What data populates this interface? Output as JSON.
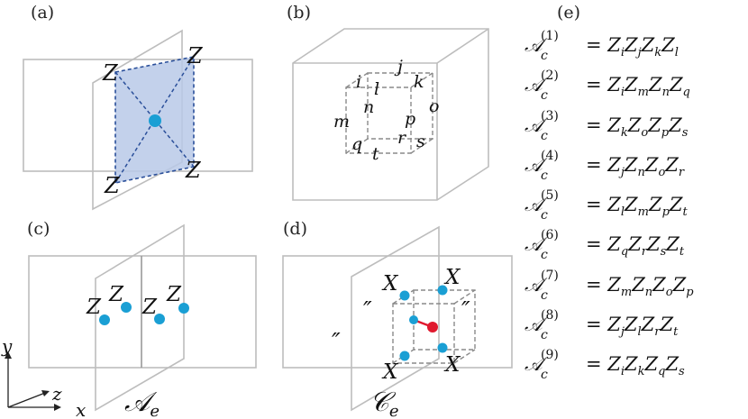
{
  "panels": {
    "a": {
      "label": "(a)",
      "vertex_labels": [
        "Z",
        "Z",
        "Z",
        "Z"
      ]
    },
    "b": {
      "label": "(b)",
      "edge_labels": [
        "i",
        "j",
        "k",
        "l",
        "m",
        "n",
        "o",
        "p",
        "q",
        "r",
        "s",
        "t"
      ]
    },
    "c": {
      "label": "(c)",
      "site_labels": [
        "Z",
        "Z",
        "Z",
        "Z"
      ],
      "operator": "𝒜",
      "operator_sub": "e"
    },
    "d": {
      "label": "(d)",
      "site_labels": [
        "X",
        "X",
        "X",
        "X"
      ],
      "quote_marks": [
        "″",
        "″",
        "″"
      ],
      "operator": "𝒞",
      "operator_sub": "e"
    },
    "e": {
      "label": "(e)"
    }
  },
  "axes": {
    "y": "y",
    "z": "z",
    "x": "x"
  },
  "equations": [
    {
      "index": "(1)",
      "sub": "c",
      "rhs": "= ZᵢZⱼZₖZₗ",
      "ops": [
        [
          "Z",
          "i"
        ],
        [
          "Z",
          "j"
        ],
        [
          "Z",
          "k"
        ],
        [
          "Z",
          "l"
        ]
      ]
    },
    {
      "index": "(2)",
      "sub": "c",
      "ops": [
        [
          "Z",
          "i"
        ],
        [
          "Z",
          "m"
        ],
        [
          "Z",
          "n"
        ],
        [
          "Z",
          "q"
        ]
      ]
    },
    {
      "index": "(3)",
      "sub": "c",
      "ops": [
        [
          "Z",
          "k"
        ],
        [
          "Z",
          "o"
        ],
        [
          "Z",
          "p"
        ],
        [
          "Z",
          "s"
        ]
      ]
    },
    {
      "index": "(4)",
      "sub": "c",
      "ops": [
        [
          "Z",
          "j"
        ],
        [
          "Z",
          "n"
        ],
        [
          "Z",
          "o"
        ],
        [
          "Z",
          "r"
        ]
      ]
    },
    {
      "index": "(5)",
      "sub": "c",
      "ops": [
        [
          "Z",
          "l"
        ],
        [
          "Z",
          "m"
        ],
        [
          "Z",
          "p"
        ],
        [
          "Z",
          "t"
        ]
      ]
    },
    {
      "index": "(6)",
      "sub": "c",
      "ops": [
        [
          "Z",
          "q"
        ],
        [
          "Z",
          "r"
        ],
        [
          "Z",
          "s"
        ],
        [
          "Z",
          "t"
        ]
      ]
    },
    {
      "index": "(7)",
      "sub": "c",
      "ops": [
        [
          "Z",
          "m"
        ],
        [
          "Z",
          "n"
        ],
        [
          "Z",
          "o"
        ],
        [
          "Z",
          "p"
        ]
      ]
    },
    {
      "index": "(8)",
      "sub": "c",
      "ops": [
        [
          "Z",
          "j"
        ],
        [
          "Z",
          "l"
        ],
        [
          "Z",
          "r"
        ],
        [
          "Z",
          "t"
        ]
      ]
    },
    {
      "index": "(9)",
      "sub": "c",
      "ops": [
        [
          "Z",
          "i"
        ],
        [
          "Z",
          "k"
        ],
        [
          "Z",
          "q"
        ],
        [
          "Z",
          "s"
        ]
      ]
    }
  ],
  "equation_symbol": "𝒜",
  "colors": {
    "dot": "#1a9fd4",
    "shade": "#b8c9e8",
    "shade_edge": "#2a4f9a",
    "red": "#e0192e",
    "line": "#bdbdbd",
    "dash": "#8a8a8a"
  }
}
